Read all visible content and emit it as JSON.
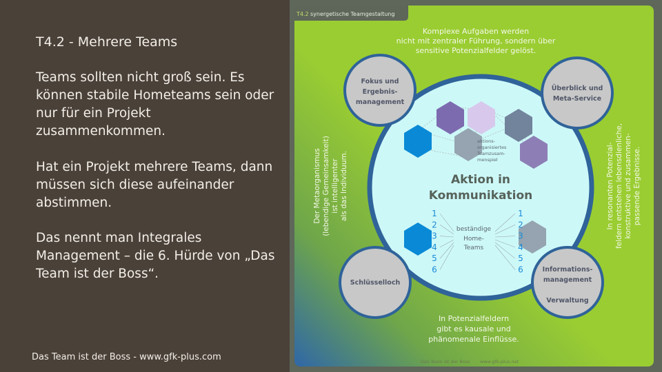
{
  "left": {
    "title": "T4.2 -  Mehrere Teams",
    "para1": [
      "Teams sollten nicht groß sein. Es",
      "können stabile Hometeams sein oder",
      "nur für ein Projekt",
      "zusammenkommen."
    ],
    "para2": [
      "Hat ein Projekt mehrere Teams, dann",
      "müssen sich diese aufeinander",
      "abstimmen."
    ],
    "para3": [
      "Das nennt man Integrales",
      "Management – die 6. Hürde von „Das",
      "Team ist der Boss“."
    ],
    "footer": "Das Team ist der Boss - www.gfk-plus.com"
  },
  "diagram": {
    "tab_num": "T4.2",
    "tab_title": "synergetische Teamgestaltung",
    "top_text": [
      "Komplexe Aufgaben werden",
      "nicht mit zentraler Führung, sondern über",
      "sensitive Potenzialfelder gelöst."
    ],
    "bottom_text": [
      "In Potenzialfeldern",
      "gibt es kausale und",
      "phänomenale Einflüsse."
    ],
    "left_text": [
      "Der Metaorganismus",
      "(lebendige Gemeinsamkeit)",
      "ist intelligenter",
      "als das Individuum."
    ],
    "right_text": [
      "In resonanten Potenzial-",
      "feldern entstehen lebensdienliche,",
      "konstruktive und zusammen-",
      "passende  Ergebnisse."
    ],
    "circle_tl": [
      "Fokus und",
      "Ergebnis-",
      "management"
    ],
    "circle_tr": [
      "Überblick und",
      "Meta-Service"
    ],
    "circle_bl": [
      "Schlüsselloch"
    ],
    "circle_br": [
      "Informations-",
      "management",
      "Verwaltung"
    ],
    "hex_label": [
      "aktions-",
      "organisiertes",
      "Teamzusam-",
      "menspiel"
    ],
    "center_title": [
      "Aktion in",
      "Kommunikation"
    ],
    "home_label": [
      "beständige",
      "Home-",
      "Teams"
    ],
    "numbers": [
      "1",
      "2",
      "3",
      "4",
      "5",
      "6"
    ],
    "footer_left": "Das Team ist der Boss",
    "footer_right": "www.gfk-plus.net",
    "colors": {
      "green": "#9acd32",
      "blue_ring": "#2f6399",
      "inner": "#cdf8f8",
      "hex_blue": "#0a8ad6"
    }
  }
}
